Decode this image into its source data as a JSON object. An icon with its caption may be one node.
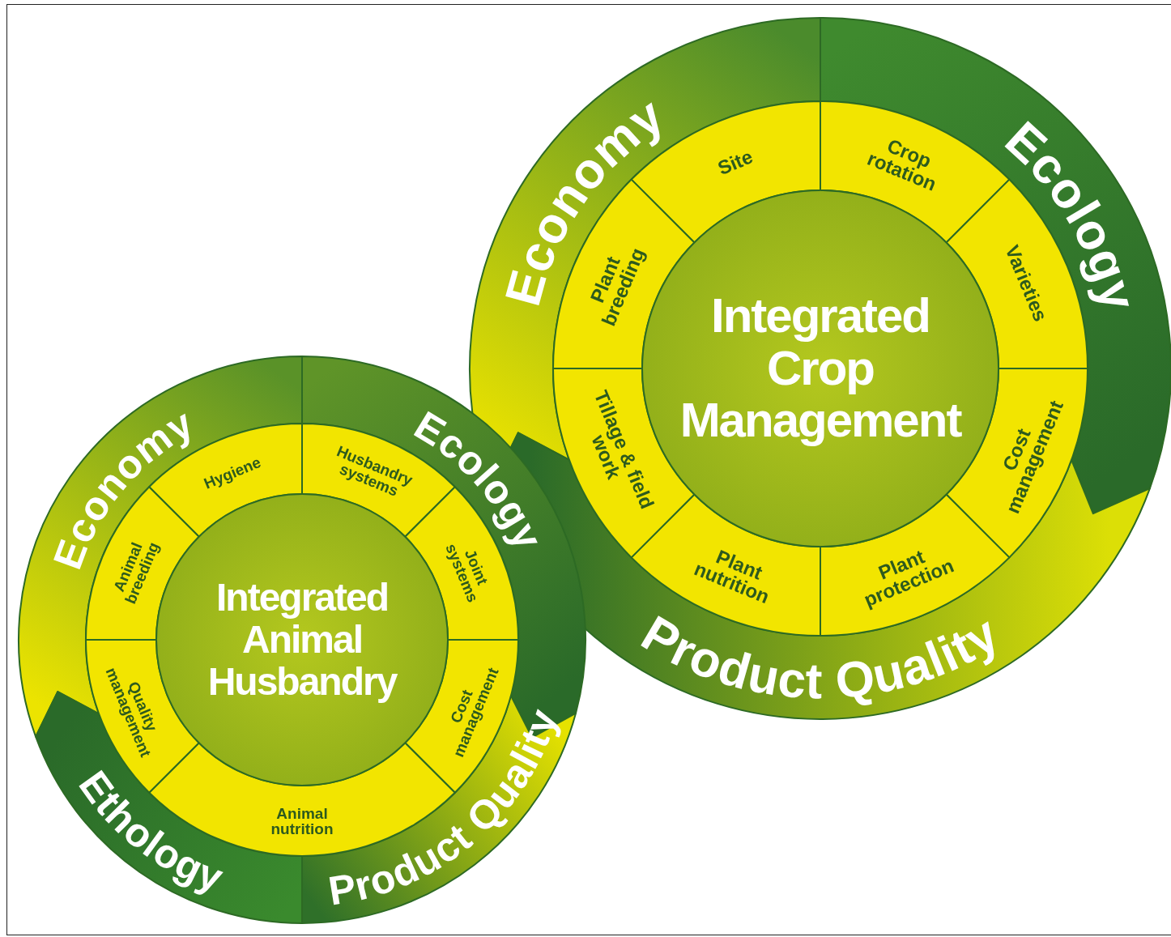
{
  "diagram": {
    "nodes": [
      {
        "text": [
          "Economy"
        ]
      },
      {
        "text": [
          "Ecology"
        ]
      },
      {
        "text": [
          "Product Quality"
        ]
      },
      {
        "text": [
          "Site"
        ]
      },
      {
        "text": [
          "Crop rotation"
        ]
      },
      {
        "text": [
          "Varieties"
        ]
      },
      {
        "text": [
          "Cost management"
        ]
      },
      {
        "text": [
          "Plant protection"
        ]
      },
      {
        "text": [
          "Plant nutrition"
        ]
      },
      {
        "text": [
          "Tillage & field work"
        ]
      },
      {
        "text": [
          "Plant breeding"
        ]
      },
      {
        "text": [
          "Integrated Crop Management"
        ]
      },
      {
        "text": [
          "Economy"
        ]
      },
      {
        "text": [
          "Ecology"
        ]
      },
      {
        "text": [
          "Product Quality"
        ]
      },
      {
        "text": [
          "Ethology"
        ]
      },
      {
        "text": [
          "Hygiene"
        ]
      },
      {
        "text": [
          "Husbandry systems"
        ]
      },
      {
        "text": [
          "Joint systems"
        ]
      },
      {
        "text": [
          "Cost management"
        ]
      },
      {
        "text": [
          "Animal nutrition"
        ]
      },
      {
        "text": [
          "Quality management"
        ]
      },
      {
        "text": [
          "Animal breeding"
        ]
      },
      {
        "text": [
          "Integrated Animal Husbandry"
        ]
      }
    ]
  }
}
